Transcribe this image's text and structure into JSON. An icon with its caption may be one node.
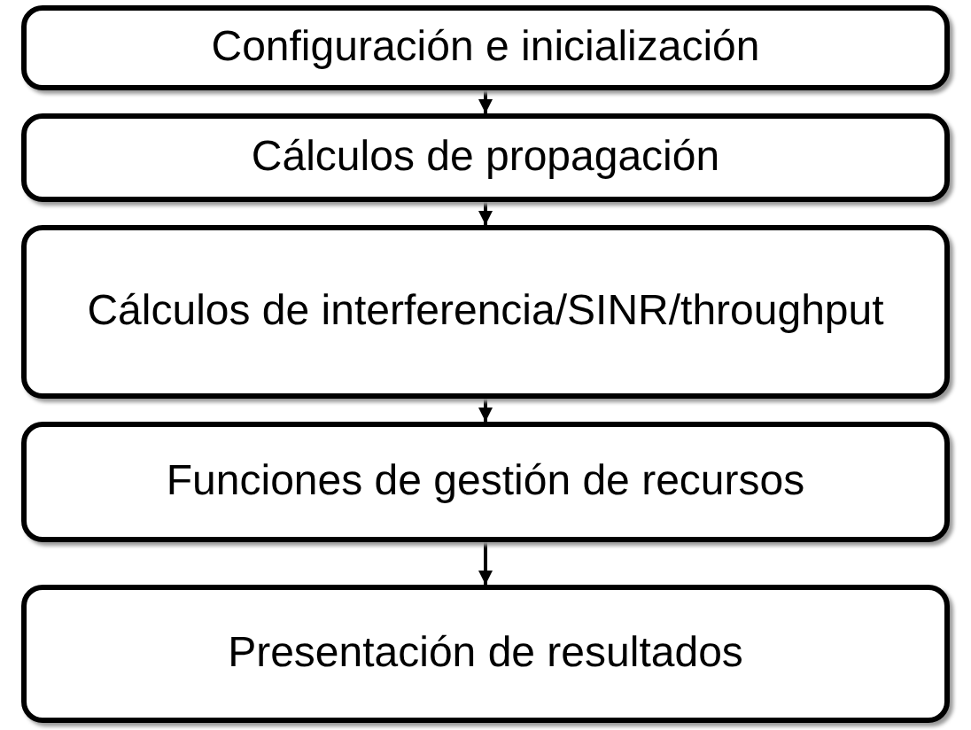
{
  "diagram": {
    "nodes": [
      {
        "text": [
          "Configuración e inicialización"
        ]
      },
      {
        "text": [
          "Cálculos de propagación"
        ]
      },
      {
        "text": [
          "Cálculos de interferencia/SINR/throughput"
        ]
      },
      {
        "text": [
          "Funciones de gestión de recursos"
        ]
      },
      {
        "text": [
          "Presentación de resultados"
        ]
      }
    ],
    "edges": [
      {
        "from": 0,
        "to": 1,
        "arrow": "to"
      },
      {
        "from": 1,
        "to": 2,
        "arrow": "to"
      },
      {
        "from": 2,
        "to": 3,
        "arrow": "to"
      },
      {
        "from": 3,
        "to": 4,
        "arrow": "to"
      }
    ]
  }
}
